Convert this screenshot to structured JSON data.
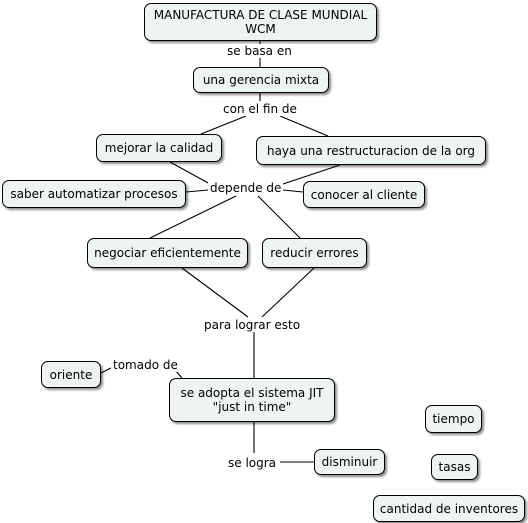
{
  "nodes": {
    "manufactura": {
      "line1": "MANUFACTURA DE CLASE MUNDIAL",
      "line2": "WCM"
    },
    "gerencia": "una gerencia mixta",
    "mejorar": "mejorar la calidad",
    "restructuracion": "haya una restructuracion de la org",
    "automatizar": "saber automatizar procesos",
    "conocer": "conocer al cliente",
    "negociar": "negociar eficientemente",
    "reducir": "reducir errores",
    "oriente": "oriente",
    "jit": {
      "line1": "se adopta el sistema JIT",
      "line2": "\"just in time\""
    },
    "disminuir": "disminuir",
    "tiempo": "tiempo",
    "tasas": "tasas",
    "inventores": "cantidad de inventores"
  },
  "links": {
    "se_basa_en": "se basa en",
    "con_el_fin_de": "con el fin de",
    "depende_de": "depende de",
    "para_lograr_esto": "para lograr esto",
    "tomado_de": "tomado de",
    "se_logra": "se logra"
  }
}
